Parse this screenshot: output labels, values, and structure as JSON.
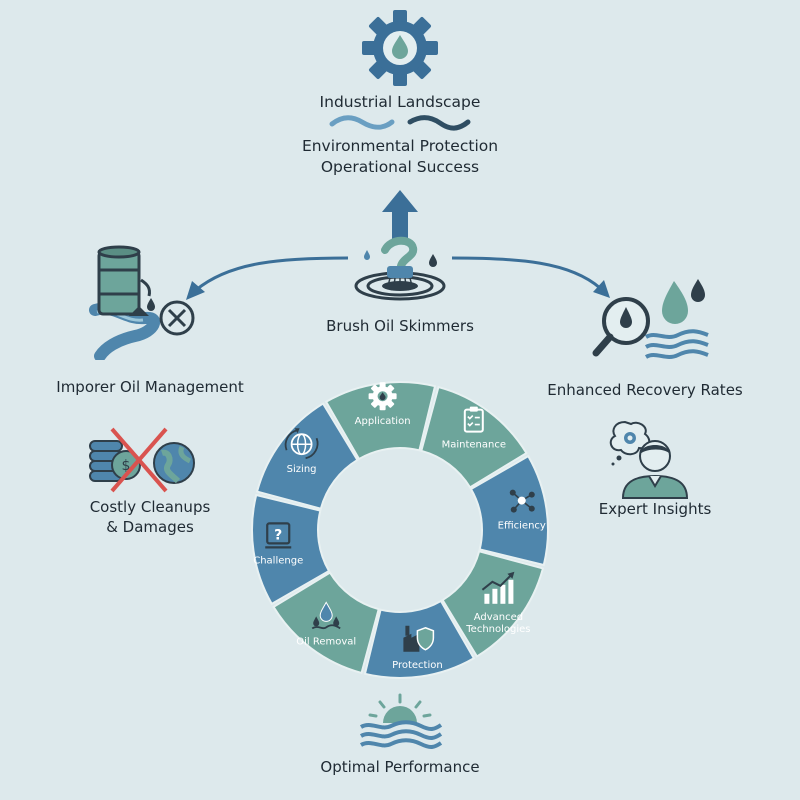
{
  "top": {
    "title": "Industrial Landscape",
    "line1": "Environmental Protection",
    "line2": "Operational Success",
    "icon": "gear-droplet-icon"
  },
  "center": {
    "label": "Brush Oil Skimmers",
    "icon": "brush-skimmer-icon"
  },
  "left": {
    "label": "Imporer Oil Management",
    "icon": "oil-barrel-spill-icon",
    "sub_label_1": "Costly Cleanups",
    "sub_label_2": "& Damages",
    "sub_icon": "crossed-coins-globe-icon"
  },
  "right": {
    "label": "Enhanced Recovery Rates",
    "icon": "magnifier-droplets-icon",
    "sub_label": "Expert Insights",
    "sub_icon": "expert-person-icon"
  },
  "bottom": {
    "label": "Optimal Performance",
    "icon": "sun-waves-icon"
  },
  "cycle": {
    "segments": [
      {
        "label": "Maintenance",
        "icon": "clipboard-icon",
        "color": "#6da59b"
      },
      {
        "label": "Efficiency",
        "icon": "network-icon",
        "color": "#4f86ac"
      },
      {
        "label": "Advanced",
        "label2": "Technologies",
        "icon": "growth-chart-icon",
        "color": "#6da59b"
      },
      {
        "label": "Protection",
        "icon": "factory-shield-icon",
        "color": "#4f86ac"
      },
      {
        "label": "Oil Removal",
        "icon": "droplets-icon",
        "color": "#6da59b"
      },
      {
        "label": "Challenge",
        "icon": "question-icon",
        "color": "#4f86ac"
      },
      {
        "label": "Sizing",
        "icon": "globe-icon",
        "color": "#4f86ac"
      },
      {
        "label": "Application",
        "icon": "gear-icon",
        "color": "#6da59b"
      }
    ]
  },
  "colors": {
    "background": "#dde9ec",
    "blue": "#3b6f98",
    "teal": "#6da59b",
    "arrow": "#3b6f98"
  }
}
